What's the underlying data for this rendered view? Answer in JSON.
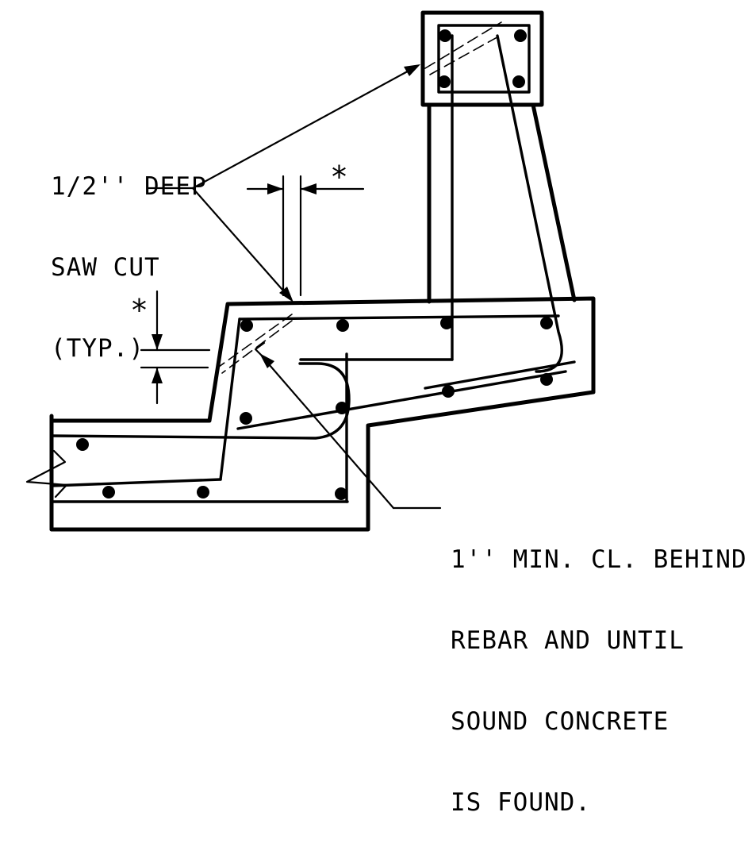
{
  "labels": {
    "saw_cut": [
      "1/2'' DEEP",
      "SAW CUT",
      "(TYP.)"
    ],
    "clearance": [
      "1'' MIN. CL. BEHIND",
      "REBAR AND UNTIL",
      "SOUND CONCRETE",
      "IS FOUND."
    ],
    "dim_marker_top": "*",
    "dim_marker_left": "*"
  }
}
